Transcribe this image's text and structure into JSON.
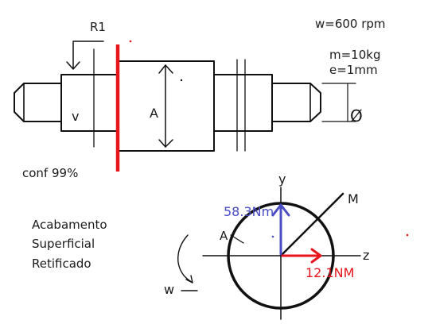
{
  "labels": {
    "r1": "R1",
    "speed": "w=600 rpm",
    "mass": "m=10kg",
    "eccentricity": "e=1mm",
    "diameter_symbol": "Ø",
    "section_v": "v",
    "section_a": "A",
    "confidence": "conf 99%",
    "finish_line1": "Acabamento",
    "finish_line2": "Superficial",
    "finish_line3": "Retificado",
    "axis_y": "y",
    "axis_z": "z",
    "moment": "M",
    "point_a": "A",
    "rotation_w": "w",
    "torque_y": "58.3Nm",
    "torque_z": "12.1NM"
  },
  "colors": {
    "line": "#111111",
    "cut_plane": "#e8141c",
    "torque_y": "#4a4dc4",
    "torque_z": "#e8141c"
  }
}
